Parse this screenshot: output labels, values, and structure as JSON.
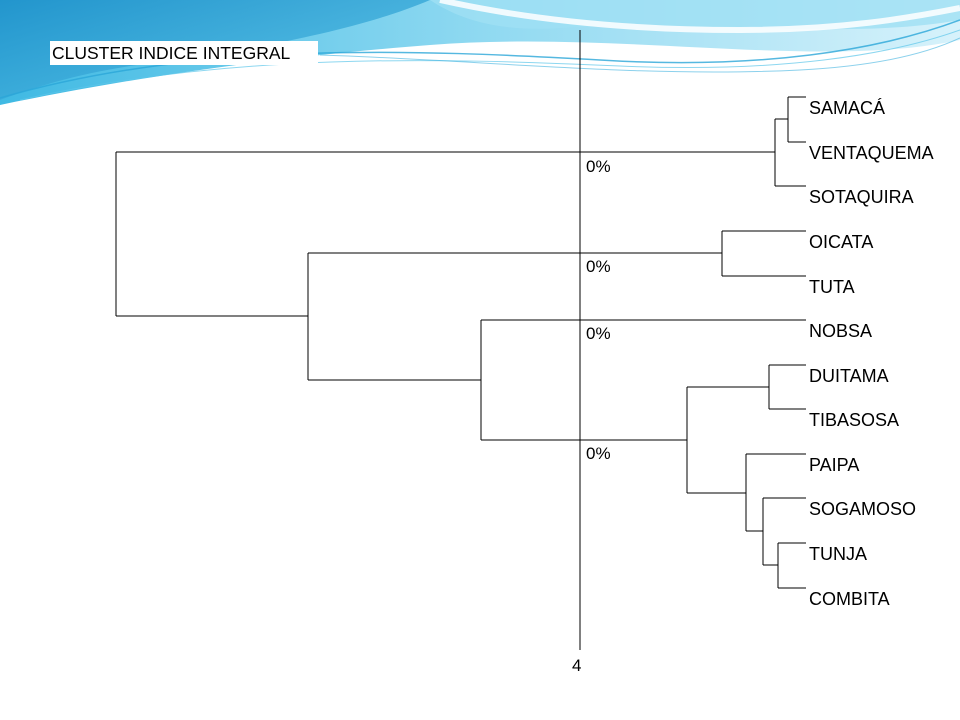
{
  "title": "CLUSTER INDICE INTEGRAL",
  "leaves": [
    "SAMACÁ",
    "VENTAQUEMA",
    "SOTAQUIRA",
    "OICATA",
    "TUTA",
    "NOBSA",
    "DUITAMA",
    "TIBASOSA",
    "PAIPA",
    "SOGAMOSO",
    "TUNJA",
    "COMBITA"
  ],
  "cut_labels": [
    "0%",
    "0%",
    "0%",
    "0%"
  ],
  "axis_value": "4",
  "colors": {
    "line": "#000000",
    "wave_light": "#bfe9f7",
    "wave_mid": "#7fd3ee",
    "wave_dark": "#36b4e0",
    "wave_deep": "#1f8fc8"
  }
}
